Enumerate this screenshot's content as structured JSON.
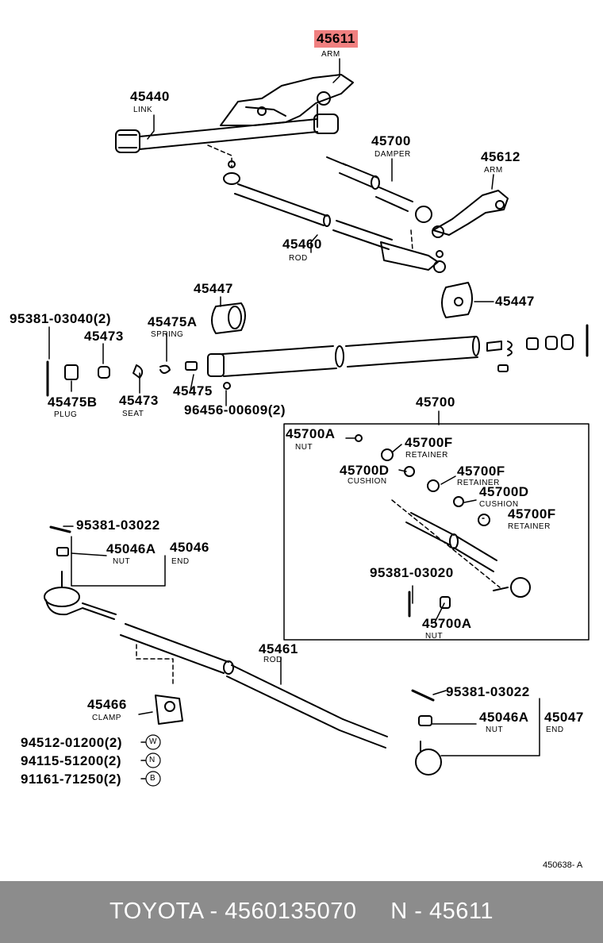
{
  "diagram": {
    "labels": {
      "p45611": "45611",
      "p45611_desc": "ARM",
      "p45440": "45440",
      "p45440_desc": "LINK",
      "p45700_damper": "45700",
      "p45700_damper_desc": "DAMPER",
      "p45612": "45612",
      "p45612_desc": "ARM",
      "p45460": "45460",
      "p45460_desc": "ROD",
      "p45447_a": "45447",
      "p45447_b": "45447",
      "p95381_03040": "95381-03040(2)",
      "p45475a": "45475A",
      "p45475a_desc": "SPRING",
      "p45473_a": "45473",
      "p45473_b": "45473",
      "p45473_b_desc": "SEAT",
      "p45475b": "45475B",
      "p45475b_desc": "PLUG",
      "p45475": "45475",
      "p96456_00609": "96456-00609(2)",
      "p45700_kit": "45700",
      "p45700a_1": "45700A",
      "p45700a_1_desc": "NUT",
      "p45700f_1": "45700F",
      "p45700f_1_desc": "RETAINER",
      "p45700d_1": "45700D",
      "p45700d_1_desc": "CUSHION",
      "p45700f_2": "45700F",
      "p45700f_2_desc": "RETAINER",
      "p45700d_2": "45700D",
      "p45700d_2_desc": "CUSHION",
      "p45700f_3": "45700F",
      "p45700f_3_desc": "RETAINER",
      "p95381_03020": "95381-03020",
      "p45700a_2": "45700A",
      "p45700a_2_desc": "NUT",
      "p95381_03022_a": "95381-03022",
      "p45046a_1": "45046A",
      "p45046a_1_desc": "NUT",
      "p45046": "45046",
      "p45046_desc": "END",
      "p45461": "45461",
      "p45461_desc": "ROD",
      "p45466": "45466",
      "p45466_desc": "CLAMP",
      "p94512": "94512-01200(2)",
      "p94115": "94115-51200(2)",
      "p91161": "91161-71250(2)",
      "p95381_03022_b": "95381-03022",
      "p45046a_2": "45046A",
      "p45046a_2_desc": "NUT",
      "p45047": "45047",
      "p45047_desc": "END",
      "sym_w": "W",
      "sym_n": "N",
      "sym_b": "B"
    },
    "reference": "450638- A",
    "highlight_color": "#f08080"
  },
  "footer": {
    "text": "TOYOTA - 4560135070     N - 45611",
    "background": "#8c8c8c"
  }
}
